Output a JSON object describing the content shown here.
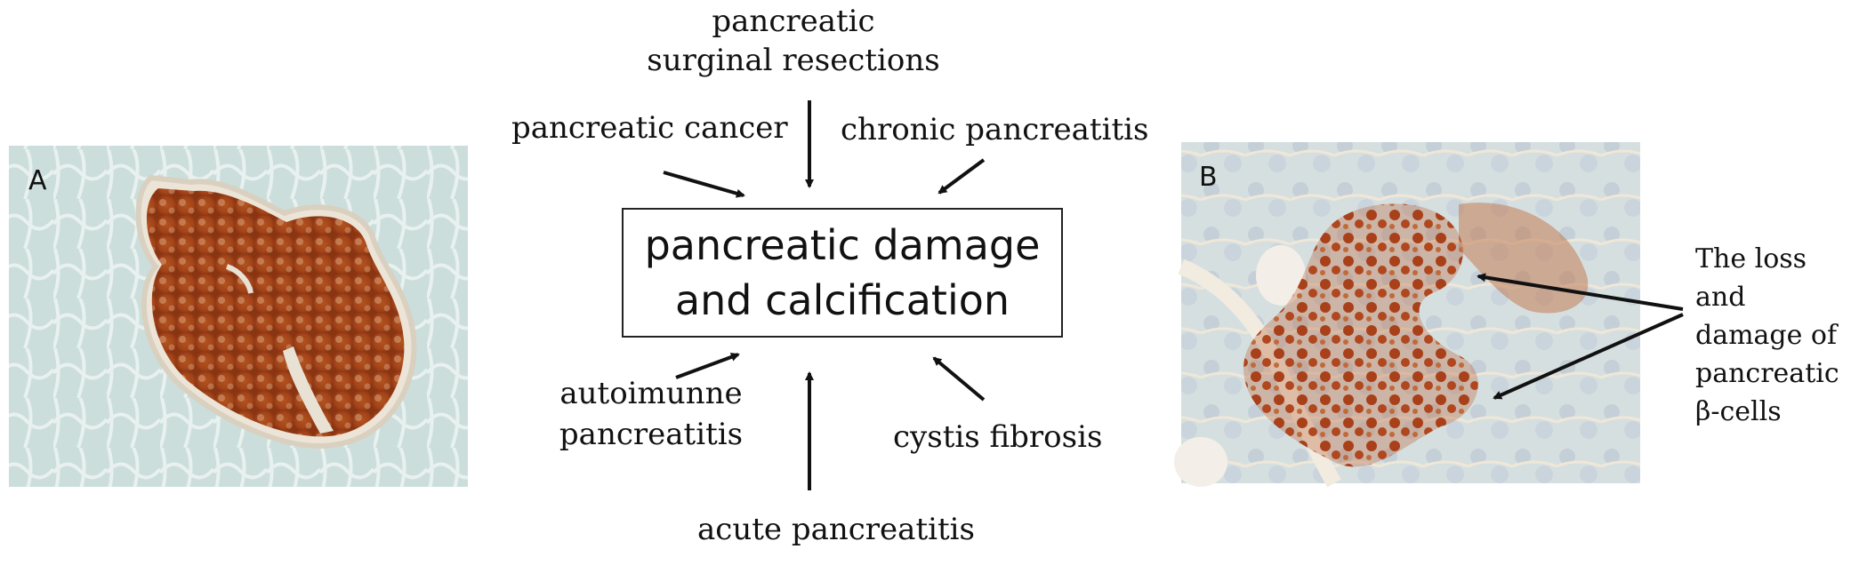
{
  "panel_a": {
    "label": "A"
  },
  "panel_b": {
    "label": "B"
  },
  "center_box": {
    "line1": "pancreatic damage",
    "line2": "and calcification"
  },
  "causes": {
    "surgical_line1": "pancreatic",
    "surgical_line2": "surginal resections",
    "cancer": "pancreatic cancer",
    "chronic": "chronic pancreatitis",
    "autoimmune_line1": "autoimunne",
    "autoimmune_line2": "pancreatitis",
    "cystic": "cystis fibrosis",
    "acute": "acute pancreatitis"
  },
  "annotation": {
    "line1": "The loss",
    "line2": "and",
    "line3": "damage of",
    "line4": "pancreatic",
    "line5": "β-cells"
  },
  "colors": {
    "stain_brown": "#a8461c",
    "tissue_blue": "#c9dcd9",
    "arrow": "#111111"
  }
}
